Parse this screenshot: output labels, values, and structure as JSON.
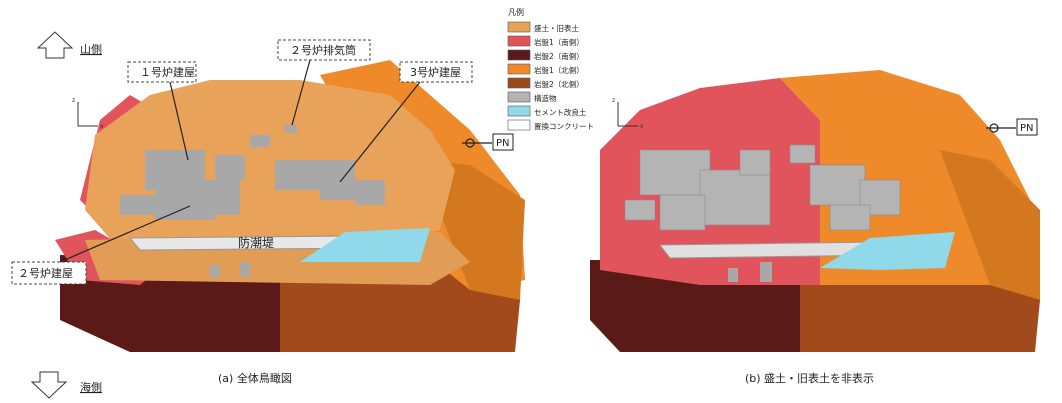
{
  "direction": {
    "mountain_side": "山側",
    "sea_side": "海側",
    "north_marker": "PN"
  },
  "callouts": {
    "unit1_building": "１号炉建屋",
    "unit2_stack": "２号炉排気筒",
    "unit3_building": "3号炉建屋",
    "unit2_building": "２号炉建屋",
    "seawall": "防潮堤"
  },
  "legend": {
    "title": "凡例",
    "items": [
      {
        "label": "盛土・旧表土",
        "color": "#e9a25a"
      },
      {
        "label": "岩盤1（南側）",
        "color": "#e2545c"
      },
      {
        "label": "岩盤2（南側）",
        "color": "#5a1a18"
      },
      {
        "label": "岩盤1（北側）",
        "color": "#ee8a2a"
      },
      {
        "label": "岩盤2（北側）",
        "color": "#9a4a1c"
      },
      {
        "label": "構造物",
        "color": "#b4b4b4"
      },
      {
        "label": "セメント改良土",
        "color": "#8fd9ea"
      },
      {
        "label": "置換コンクリート",
        "color": "#ffffff"
      }
    ]
  },
  "axis_triad": {
    "z": "z",
    "x": "x"
  },
  "captions": {
    "a": "(a) 全体鳥瞰図",
    "b": "(b) 盛土・旧表土を非表示"
  }
}
